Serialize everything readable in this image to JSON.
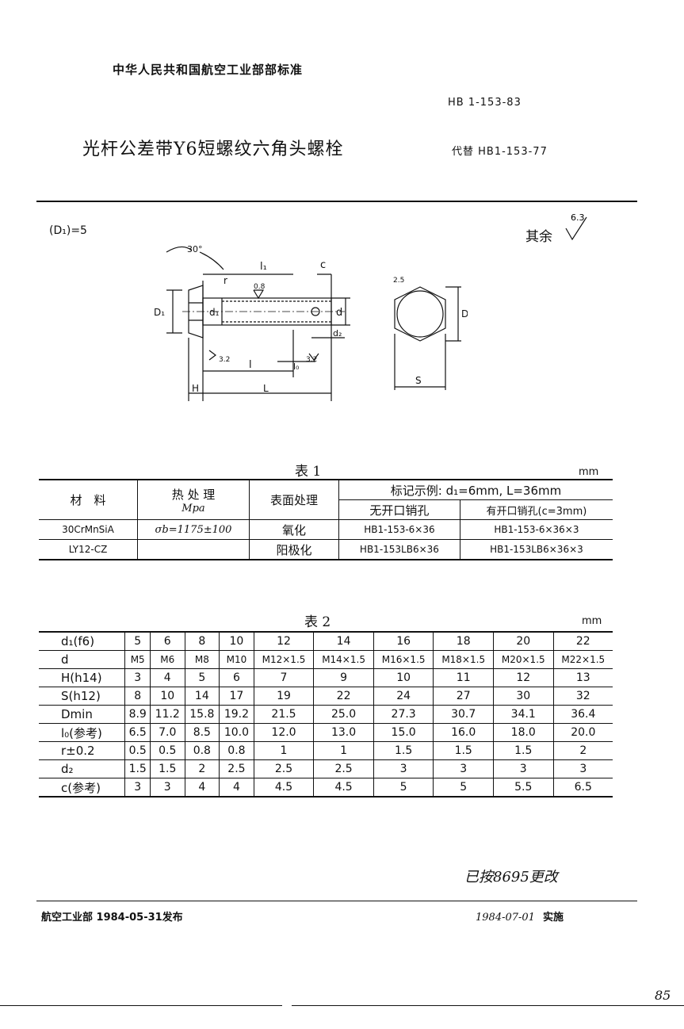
{
  "header": {
    "organization": "中华人民共和国航空工业部部标准",
    "standard_no": "HB 1-153-83",
    "title": "光杆公差带Y6短螺纹六角头螺栓",
    "replaces": "代替 HB1-153-77"
  },
  "drawing": {
    "d1_note": "(D₁)=5",
    "roughness_label": "其余",
    "roughness_value": "6.3",
    "labels": {
      "angle": "30°",
      "l1": "l₁",
      "c": "c",
      "r": "r",
      "rough_08": "0.8",
      "D1": "D₁",
      "d1": "d₁",
      "d": "d",
      "d2": "d₂",
      "rough_32": "3.2",
      "l": "l",
      "l0": "l₀",
      "rough_32b": "3.2",
      "H": "H",
      "L": "L",
      "rough_25": "2.5",
      "D": "D",
      "S": "S"
    }
  },
  "table1": {
    "caption": "表 1",
    "unit": "mm",
    "headers": {
      "material": "材　料",
      "heat_treatment": "热 处 理",
      "heat_unit": "Mpa",
      "surface": "表面处理",
      "marking_example": "标记示例: d₁=6mm, L=36mm",
      "no_hole": "无开口销孔",
      "with_hole": "有开口销孔(c=3mm)"
    },
    "rows": [
      {
        "material": "30CrMnSiA",
        "heat": "σb=1175±100",
        "surface": "氧化",
        "no_hole": "HB1-153-6×36",
        "with_hole": "HB1-153-6×36×3"
      },
      {
        "material": "LY12-CZ",
        "heat": "",
        "surface": "阳极化",
        "no_hole": "HB1-153LB6×36",
        "with_hole": "HB1-153LB6×36×3"
      }
    ]
  },
  "table2": {
    "caption": "表 2",
    "unit": "mm",
    "rows": [
      {
        "label": "d₁(f6)",
        "values": [
          "5",
          "6",
          "8",
          "10",
          "12",
          "14",
          "16",
          "18",
          "20",
          "22"
        ]
      },
      {
        "label": "d",
        "values": [
          "M5",
          "M6",
          "M8",
          "M10",
          "M12×1.5",
          "M14×1.5",
          "M16×1.5",
          "M18×1.5",
          "M20×1.5",
          "M22×1.5"
        ]
      },
      {
        "label": "H(h14)",
        "values": [
          "3",
          "4",
          "5",
          "6",
          "7",
          "9",
          "10",
          "11",
          "12",
          "13"
        ]
      },
      {
        "label": "S(h12)",
        "values": [
          "8",
          "10",
          "14",
          "17",
          "19",
          "22",
          "24",
          "27",
          "30",
          "32"
        ]
      },
      {
        "label": "Dmin",
        "values": [
          "8.9",
          "11.2",
          "15.8",
          "19.2",
          "21.5",
          "25.0",
          "27.3",
          "30.7",
          "34.1",
          "36.4"
        ]
      },
      {
        "label": "l₀(参考)",
        "values": [
          "6.5",
          "7.0",
          "8.5",
          "10.0",
          "12.0",
          "13.0",
          "15.0",
          "16.0",
          "18.0",
          "20.0"
        ]
      },
      {
        "label": "r±0.2",
        "values": [
          "0.5",
          "0.5",
          "0.8",
          "0.8",
          "1",
          "1",
          "1.5",
          "1.5",
          "1.5",
          "2"
        ]
      },
      {
        "label": "d₂",
        "values": [
          "1.5",
          "1.5",
          "2",
          "2.5",
          "2.5",
          "2.5",
          "3",
          "3",
          "3",
          "3"
        ]
      },
      {
        "label": "c(参考)",
        "values": [
          "3",
          "3",
          "4",
          "4",
          "4.5",
          "4.5",
          "5",
          "5",
          "5.5",
          "6.5"
        ]
      }
    ]
  },
  "footer": {
    "change_note": "已按8695更改",
    "publisher": "航空工业部 1984-05-31发布",
    "implement_date": "1984-07-01",
    "implement_label": "实施",
    "page_number": "85"
  }
}
